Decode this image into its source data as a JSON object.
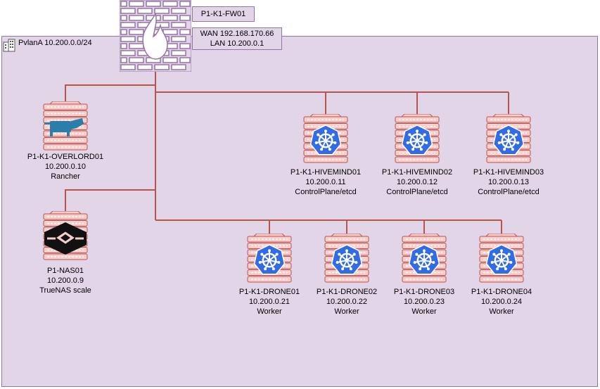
{
  "vlan": {
    "label": "PvlanA 10.200.0.0/24",
    "icon": "building-icon"
  },
  "firewall": {
    "name": "P1-K1-FW01",
    "wan": "WAN 192.168.170.66",
    "lan": "LAN 10.200.0.1",
    "icon": "firewall-icon"
  },
  "colors": {
    "vlan_fill": "#e1d5e7",
    "vlan_border": "#9673a6",
    "link": "#b85450",
    "server_fill": "#f8cecc",
    "server_stroke": "#b85450",
    "k8s_blue": "#326ce5"
  },
  "nodes": {
    "overlord": {
      "name": "P1-K1-OVERLORD01",
      "ip": "10.200.0.10",
      "role": "Rancher",
      "icon": "rancher-icon"
    },
    "nas": {
      "name": "P1-NAS01",
      "ip": "10.200.0.9",
      "role": "TrueNAS scale",
      "icon": "truenas-icon"
    },
    "hivemind01": {
      "name": "P1-K1-HIVEMIND01",
      "ip": "10.200.0.11",
      "role": "ControlPlane/etcd",
      "icon": "kubernetes-icon"
    },
    "hivemind02": {
      "name": "P1-K1-HIVEMIND02",
      "ip": "10.200.0.12",
      "role": "ControlPlane/etcd",
      "icon": "kubernetes-icon"
    },
    "hivemind03": {
      "name": "P1-K1-HIVEMIND03",
      "ip": "10.200.0.13",
      "role": "ControlPlane/etcd",
      "icon": "kubernetes-icon"
    },
    "drone01": {
      "name": "P1-K1-DRONE01",
      "ip": "10.200.0.21",
      "role": "Worker",
      "icon": "kubernetes-icon"
    },
    "drone02": {
      "name": "P1-K1-DRONE02",
      "ip": "10.200.0.22",
      "role": "Worker",
      "icon": "kubernetes-icon"
    },
    "drone03": {
      "name": "P1-K1-DRONE03",
      "ip": "10.200.0.23",
      "role": "Worker",
      "icon": "kubernetes-icon"
    },
    "drone04": {
      "name": "P1-K1-DRONE04",
      "ip": "10.200.0.24",
      "role": "Worker",
      "icon": "kubernetes-icon"
    }
  }
}
